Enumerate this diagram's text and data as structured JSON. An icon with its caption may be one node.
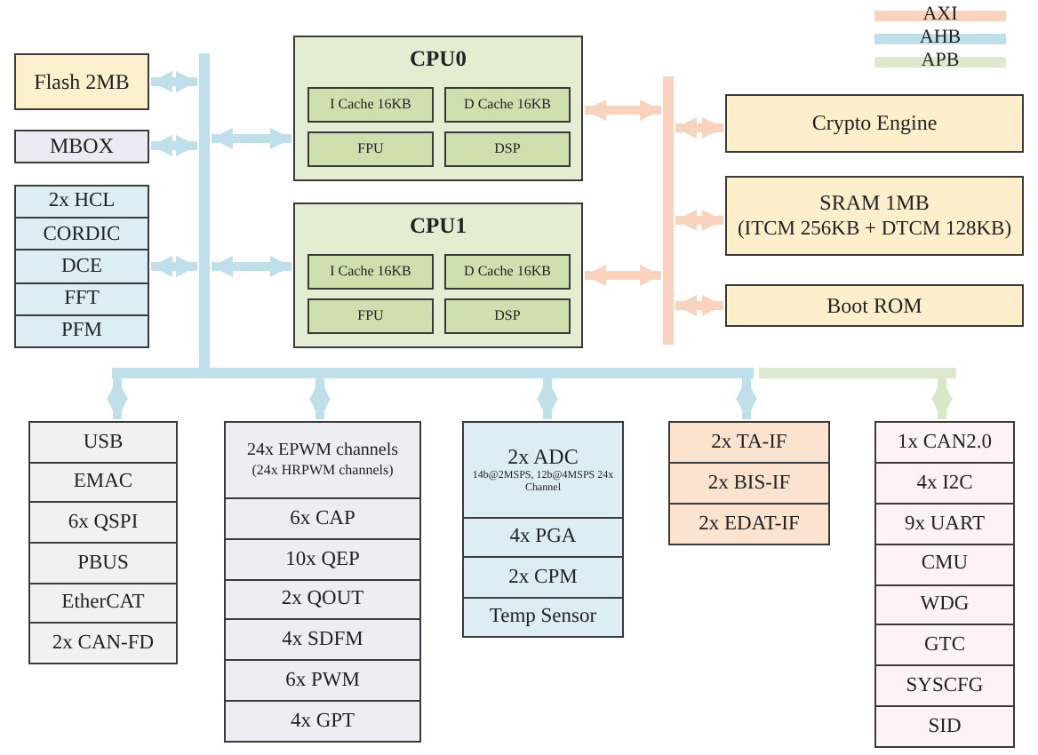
{
  "diagram": {
    "nodes": [
      {
        "text": [
          "Flash 2MB"
        ]
      },
      {
        "text": [
          "MBOX"
        ]
      },
      {
        "text": [],
        "shape": "box"
      },
      {
        "text": [
          "2x HCL"
        ],
        "in": 2
      },
      {
        "text": [
          "CORDIC"
        ],
        "in": 2
      },
      {
        "text": [
          "DCE"
        ],
        "in": 2
      },
      {
        "text": [
          "FFT"
        ],
        "in": 2
      },
      {
        "text": [
          "PFM"
        ],
        "in": 2
      },
      {
        "text": [
          "CPU0"
        ]
      },
      {
        "text": [
          "I Cache 16KB"
        ],
        "in": 8
      },
      {
        "text": [
          "D Cache 16KB"
        ],
        "in": 8
      },
      {
        "text": [
          "FPU"
        ],
        "in": 8
      },
      {
        "text": [
          "DSP"
        ],
        "in": 8
      },
      {
        "text": [
          "CPU1"
        ]
      },
      {
        "text": [
          "I Cache 16KB"
        ],
        "in": 13
      },
      {
        "text": [
          "D Cache 16KB"
        ],
        "in": 13
      },
      {
        "text": [
          "FPU"
        ],
        "in": 13
      },
      {
        "text": [
          "DSP"
        ],
        "in": 13
      },
      {
        "text": [
          "Crypto Engine"
        ]
      },
      {
        "text": [
          "SRAM 1MB",
          "(ITCM 256KB + DTCM 128KB)"
        ]
      },
      {
        "text": [
          "Boot ROM"
        ]
      },
      {
        "text": [],
        "shape": "bar"
      },
      {
        "text": [],
        "shape": "bar"
      },
      {
        "text": [],
        "shape": "bar"
      },
      {
        "text": [],
        "shape": "bar"
      },
      {
        "text": [],
        "shape": "box"
      },
      {
        "text": [
          "USB"
        ],
        "in": 25
      },
      {
        "text": [
          "EMAC"
        ],
        "in": 25
      },
      {
        "text": [
          "6x QSPI"
        ],
        "in": 25
      },
      {
        "text": [
          "PBUS"
        ],
        "in": 25
      },
      {
        "text": [
          "EtherCAT"
        ],
        "in": 25
      },
      {
        "text": [
          "2x CAN-FD"
        ],
        "in": 25
      },
      {
        "text": [],
        "shape": "box"
      },
      {
        "text": [
          "24x EPWM channels",
          "(24x HRPWM channels)"
        ],
        "in": 32
      },
      {
        "text": [
          "6x CAP"
        ],
        "in": 32
      },
      {
        "text": [
          "10x QEP"
        ],
        "in": 32
      },
      {
        "text": [
          "2x QOUT"
        ],
        "in": 32
      },
      {
        "text": [
          "4x SDFM"
        ],
        "in": 32
      },
      {
        "text": [
          "6x PWM"
        ],
        "in": 32
      },
      {
        "text": [
          "4x GPT"
        ],
        "in": 32
      },
      {
        "text": [],
        "shape": "box"
      },
      {
        "text": [
          "2x ADC",
          "14b@2MSPS, 12b@4MSPS 24x Channel"
        ],
        "in": 40
      },
      {
        "text": [
          "4x PGA"
        ],
        "in": 40
      },
      {
        "text": [
          "2x CPM"
        ],
        "in": 40
      },
      {
        "text": [
          "Temp Sensor"
        ],
        "in": 40
      },
      {
        "text": [],
        "shape": "box"
      },
      {
        "text": [
          "2x TA-IF"
        ],
        "in": 45
      },
      {
        "text": [
          "2x BIS-IF"
        ],
        "in": 45
      },
      {
        "text": [
          "2x EDAT-IF"
        ],
        "in": 45
      },
      {
        "text": [],
        "shape": "box"
      },
      {
        "text": [
          "1x CAN2.0"
        ],
        "in": 49
      },
      {
        "text": [
          "4x I2C"
        ],
        "in": 49
      },
      {
        "text": [
          "9x UART"
        ],
        "in": 49
      },
      {
        "text": [
          "CMU"
        ],
        "in": 49
      },
      {
        "text": [
          "WDG"
        ],
        "in": 49
      },
      {
        "text": [
          "GTC"
        ],
        "in": 49
      },
      {
        "text": [
          "SYSCFG"
        ],
        "in": 49
      },
      {
        "text": [
          "SID"
        ],
        "in": 49
      }
    ],
    "edges": [
      {
        "from": 0,
        "to": 21,
        "arrow": "both"
      },
      {
        "from": 1,
        "to": 21,
        "arrow": "both"
      },
      {
        "from": 2,
        "to": 21,
        "arrow": "both"
      },
      {
        "from": 21,
        "to": 8,
        "arrow": "both"
      },
      {
        "from": 21,
        "to": 13,
        "arrow": "both"
      },
      {
        "from": 8,
        "to": 22,
        "arrow": "both",
        "color": "#fad3bf"
      },
      {
        "from": 13,
        "to": 22,
        "arrow": "both",
        "color": "#fad3bf"
      },
      {
        "from": 22,
        "to": 18,
        "arrow": "both",
        "color": "#fad3bf"
      },
      {
        "from": 22,
        "to": 19,
        "arrow": "both",
        "color": "#fad3bf"
      },
      {
        "from": 22,
        "to": 20,
        "arrow": "both",
        "color": "#fad3bf"
      },
      {
        "from": 23,
        "to": 25,
        "arrow": "both"
      },
      {
        "from": 23,
        "to": 32,
        "arrow": "both"
      },
      {
        "from": 23,
        "to": 40,
        "arrow": "both"
      },
      {
        "from": 23,
        "to": 45,
        "arrow": "both"
      },
      {
        "from": 24,
        "to": 49,
        "arrow": "both",
        "color": "#d9e7c9"
      }
    ],
    "legend": [
      {
        "text": "AXI",
        "color": "#fad3bf"
      },
      {
        "text": "AHB",
        "color": "#bfe0ea"
      },
      {
        "text": "APB",
        "color": "#dde9cf"
      }
    ]
  }
}
